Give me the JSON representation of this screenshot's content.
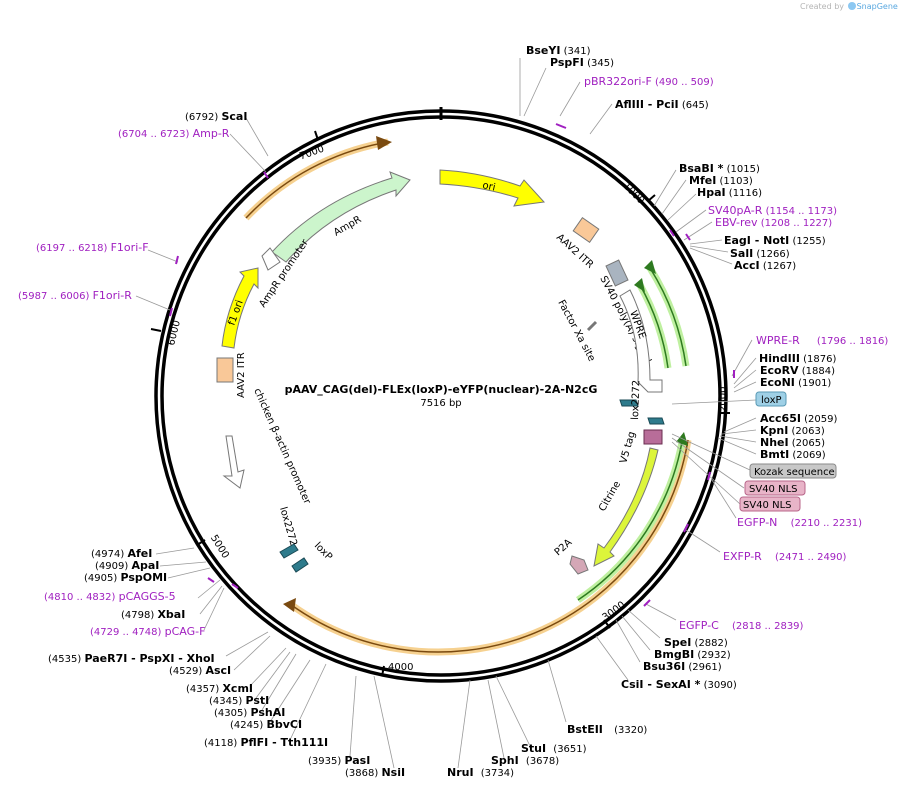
{
  "credit": {
    "prefix": "Created by",
    "brand": "SnapGene"
  },
  "plasmid": {
    "name": "pAAV_CAG(del)-FLEx(loxP)-eYFP(nuclear)-2A-N2cG",
    "length_text": "7516 bp",
    "total_bp": 7516
  },
  "ticks": [
    {
      "bp": 1000,
      "label": "1000"
    },
    {
      "bp": 2000,
      "label": "2000"
    },
    {
      "bp": 3000,
      "label": "3000"
    },
    {
      "bp": 4000,
      "label": "4000"
    },
    {
      "bp": 5000,
      "label": "5000"
    },
    {
      "bp": 6000,
      "label": "6000"
    },
    {
      "bp": 7000,
      "label": "7000"
    }
  ],
  "features": [
    {
      "name": "ori",
      "start": 7516,
      "end": 790,
      "color": "#ffff00",
      "type": "arc"
    },
    {
      "name": "AmpR",
      "start": 7170,
      "end": 6430,
      "color": "#ccf5cc",
      "type": "arc"
    },
    {
      "name": "AmpR promoter",
      "start": 6430,
      "end": 6330,
      "color": "#ffffff",
      "type": "arc"
    },
    {
      "name": "f1 ori",
      "start": 6150,
      "end": 5950,
      "color": "#ffff00",
      "type": "arc"
    },
    {
      "name": "AAV2 ITR",
      "color": "#f9c898",
      "type": "box"
    },
    {
      "name": "AAV2 ITR",
      "color": "#f9c898",
      "type": "box"
    },
    {
      "name": "SV40 poly(A) signal",
      "color": "#a9b4c0",
      "type": "box"
    },
    {
      "name": "WPRE",
      "color": "#ffffff",
      "type": "arc"
    },
    {
      "name": "Factor Xa site",
      "color": "#777777",
      "type": "tick"
    },
    {
      "name": "chicken β-actin promoter",
      "color": "#ffffff",
      "type": "arrow"
    },
    {
      "name": "lox2272",
      "color": "#2e7b8c",
      "type": "small"
    },
    {
      "name": "lox2272",
      "color": "#2e7b8c",
      "type": "small"
    },
    {
      "name": "loxP",
      "color": "#2e7b8c",
      "type": "small"
    },
    {
      "name": "V5 tag",
      "color": "#b86d99",
      "type": "small"
    },
    {
      "name": "Citrine",
      "color": "#dcf53a",
      "type": "arrow"
    },
    {
      "name": "P2A",
      "color": "#d4a7b6",
      "type": "small"
    }
  ],
  "left_labels": [
    {
      "pos": "(6792)",
      "name": "ScaI",
      "color": "#000000",
      "bold": true
    },
    {
      "pos": "(6704 .. 6723)",
      "name": "Amp-R",
      "color": "#a020c0",
      "bold": false
    },
    {
      "pos": "(6197 .. 6218)",
      "name": "F1ori-F",
      "color": "#a020c0",
      "bold": false
    },
    {
      "pos": "(5987 .. 6006)",
      "name": "F1ori-R",
      "color": "#a020c0",
      "bold": false
    },
    {
      "pos": "(4974)",
      "name": "AfeI",
      "color": "#000000",
      "bold": true
    },
    {
      "pos": "(4909)",
      "name": "ApaI",
      "color": "#000000",
      "bold": true
    },
    {
      "pos": "(4905)",
      "name": "PspOMI",
      "color": "#000000",
      "bold": true
    },
    {
      "pos": "(4810 .. 4832)",
      "name": "pCAGGS-5",
      "color": "#a020c0",
      "bold": false
    },
    {
      "pos": "(4798)",
      "name": "XbaI",
      "color": "#000000",
      "bold": true
    },
    {
      "pos": "(4729 .. 4748)",
      "name": "pCAG-F",
      "color": "#a020c0",
      "bold": false
    },
    {
      "pos": "(4535)",
      "name": "PaeR7I - PspXI - XhoI",
      "color": "#000000",
      "bold": true
    },
    {
      "pos": "(4529)",
      "name": "AscI",
      "color": "#000000",
      "bold": true
    },
    {
      "pos": "(4357)",
      "name": "XcmI",
      "color": "#000000",
      "bold": true
    },
    {
      "pos": "(4345)",
      "name": "PstI",
      "color": "#000000",
      "bold": true
    },
    {
      "pos": "(4305)",
      "name": "PshAI",
      "color": "#000000",
      "bold": true
    },
    {
      "pos": "(4245)",
      "name": "BbvCI",
      "color": "#000000",
      "bold": true
    },
    {
      "pos": "(4118)",
      "name": "PflFI - Tth111I",
      "color": "#000000",
      "bold": true
    }
  ],
  "right_labels": [
    {
      "name": "BseYI",
      "pos": "(341)",
      "color": "#000000",
      "bold": true
    },
    {
      "name": "PspFI",
      "pos": "(345)",
      "color": "#000000",
      "bold": true
    },
    {
      "name": "pBR322ori-F",
      "pos": "(490 .. 509)",
      "color": "#a020c0",
      "bold": false
    },
    {
      "name": "AflIII - PciI",
      "pos": "(645)",
      "color": "#000000",
      "bold": true
    },
    {
      "name": "BsaBI *",
      "pos": "(1015)",
      "color": "#000000",
      "bold": true
    },
    {
      "name": "MfeI",
      "pos": "(1103)",
      "color": "#000000",
      "bold": true
    },
    {
      "name": "HpaI",
      "pos": "(1116)",
      "color": "#000000",
      "bold": true
    },
    {
      "name": "SV40pA-R",
      "pos": "(1154 .. 1173)",
      "color": "#a020c0",
      "bold": false
    },
    {
      "name": "EBV-rev",
      "pos": "(1208 .. 1227)",
      "color": "#a020c0",
      "bold": false
    },
    {
      "name": "EagI - NotI",
      "pos": "(1255)",
      "color": "#000000",
      "bold": true
    },
    {
      "name": "SalI",
      "pos": "(1266)",
      "color": "#000000",
      "bold": true
    },
    {
      "name": "AccI",
      "pos": "(1267)",
      "color": "#000000",
      "bold": true
    },
    {
      "name": "WPRE-R",
      "pos": "(1796 .. 1816)",
      "color": "#a020c0",
      "bold": false
    },
    {
      "name": "HindIII",
      "pos": "(1876)",
      "color": "#000000",
      "bold": true
    },
    {
      "name": "EcoRV",
      "pos": "(1884)",
      "color": "#000000",
      "bold": true
    },
    {
      "name": "EcoNI",
      "pos": "(1901)",
      "color": "#000000",
      "bold": true
    },
    {
      "name": "Acc65I",
      "pos": "(2059)",
      "color": "#000000",
      "bold": true
    },
    {
      "name": "KpnI",
      "pos": "(2063)",
      "color": "#000000",
      "bold": true
    },
    {
      "name": "NheI",
      "pos": "(2065)",
      "color": "#000000",
      "bold": true
    },
    {
      "name": "BmtI",
      "pos": "(2069)",
      "color": "#000000",
      "bold": true
    },
    {
      "name": "EGFP-N",
      "pos": "(2210 .. 2231)",
      "color": "#a020c0",
      "bold": false
    },
    {
      "name": "EXFP-R",
      "pos": "(2471 .. 2490)",
      "color": "#a020c0",
      "bold": false
    },
    {
      "name": "EGFP-C",
      "pos": "(2818 .. 2839)",
      "color": "#a020c0",
      "bold": false
    },
    {
      "name": "SpeI",
      "pos": "(2882)",
      "color": "#000000",
      "bold": true
    },
    {
      "name": "BmgBI",
      "pos": "(2932)",
      "color": "#000000",
      "bold": true
    },
    {
      "name": "Bsu36I",
      "pos": "(2961)",
      "color": "#000000",
      "bold": true
    },
    {
      "name": "CsiI - SexAI *",
      "pos": "(3090)",
      "color": "#000000",
      "bold": true
    },
    {
      "name": "BstEII",
      "pos": "(3320)",
      "color": "#000000",
      "bold": true
    },
    {
      "name": "StuI",
      "pos": "(3651)",
      "color": "#000000",
      "bold": true
    },
    {
      "name": "SphI",
      "pos": "(3678)",
      "color": "#000000",
      "bold": true
    },
    {
      "name": "NruI",
      "pos": "(3734)",
      "color": "#000000",
      "bold": true
    },
    {
      "name": "PasI",
      "pos": "(3935)",
      "color": "#000000",
      "bold": true
    },
    {
      "name": "NsiI",
      "pos": "(3868)",
      "color": "#000000",
      "bold": true
    }
  ],
  "boxed_labels": [
    {
      "name": "loxP",
      "fill": "#9fd0e6",
      "stroke": "#5a9ab5"
    },
    {
      "name": "Kozak sequence",
      "fill": "#c8c8c8",
      "stroke": "#8a8a8a"
    },
    {
      "name": "SV40 NLS",
      "fill": "#e8b4c8",
      "stroke": "#b8668a"
    },
    {
      "name": "SV40 NLS",
      "fill": "#e8b4c8",
      "stroke": "#b8668a"
    }
  ]
}
